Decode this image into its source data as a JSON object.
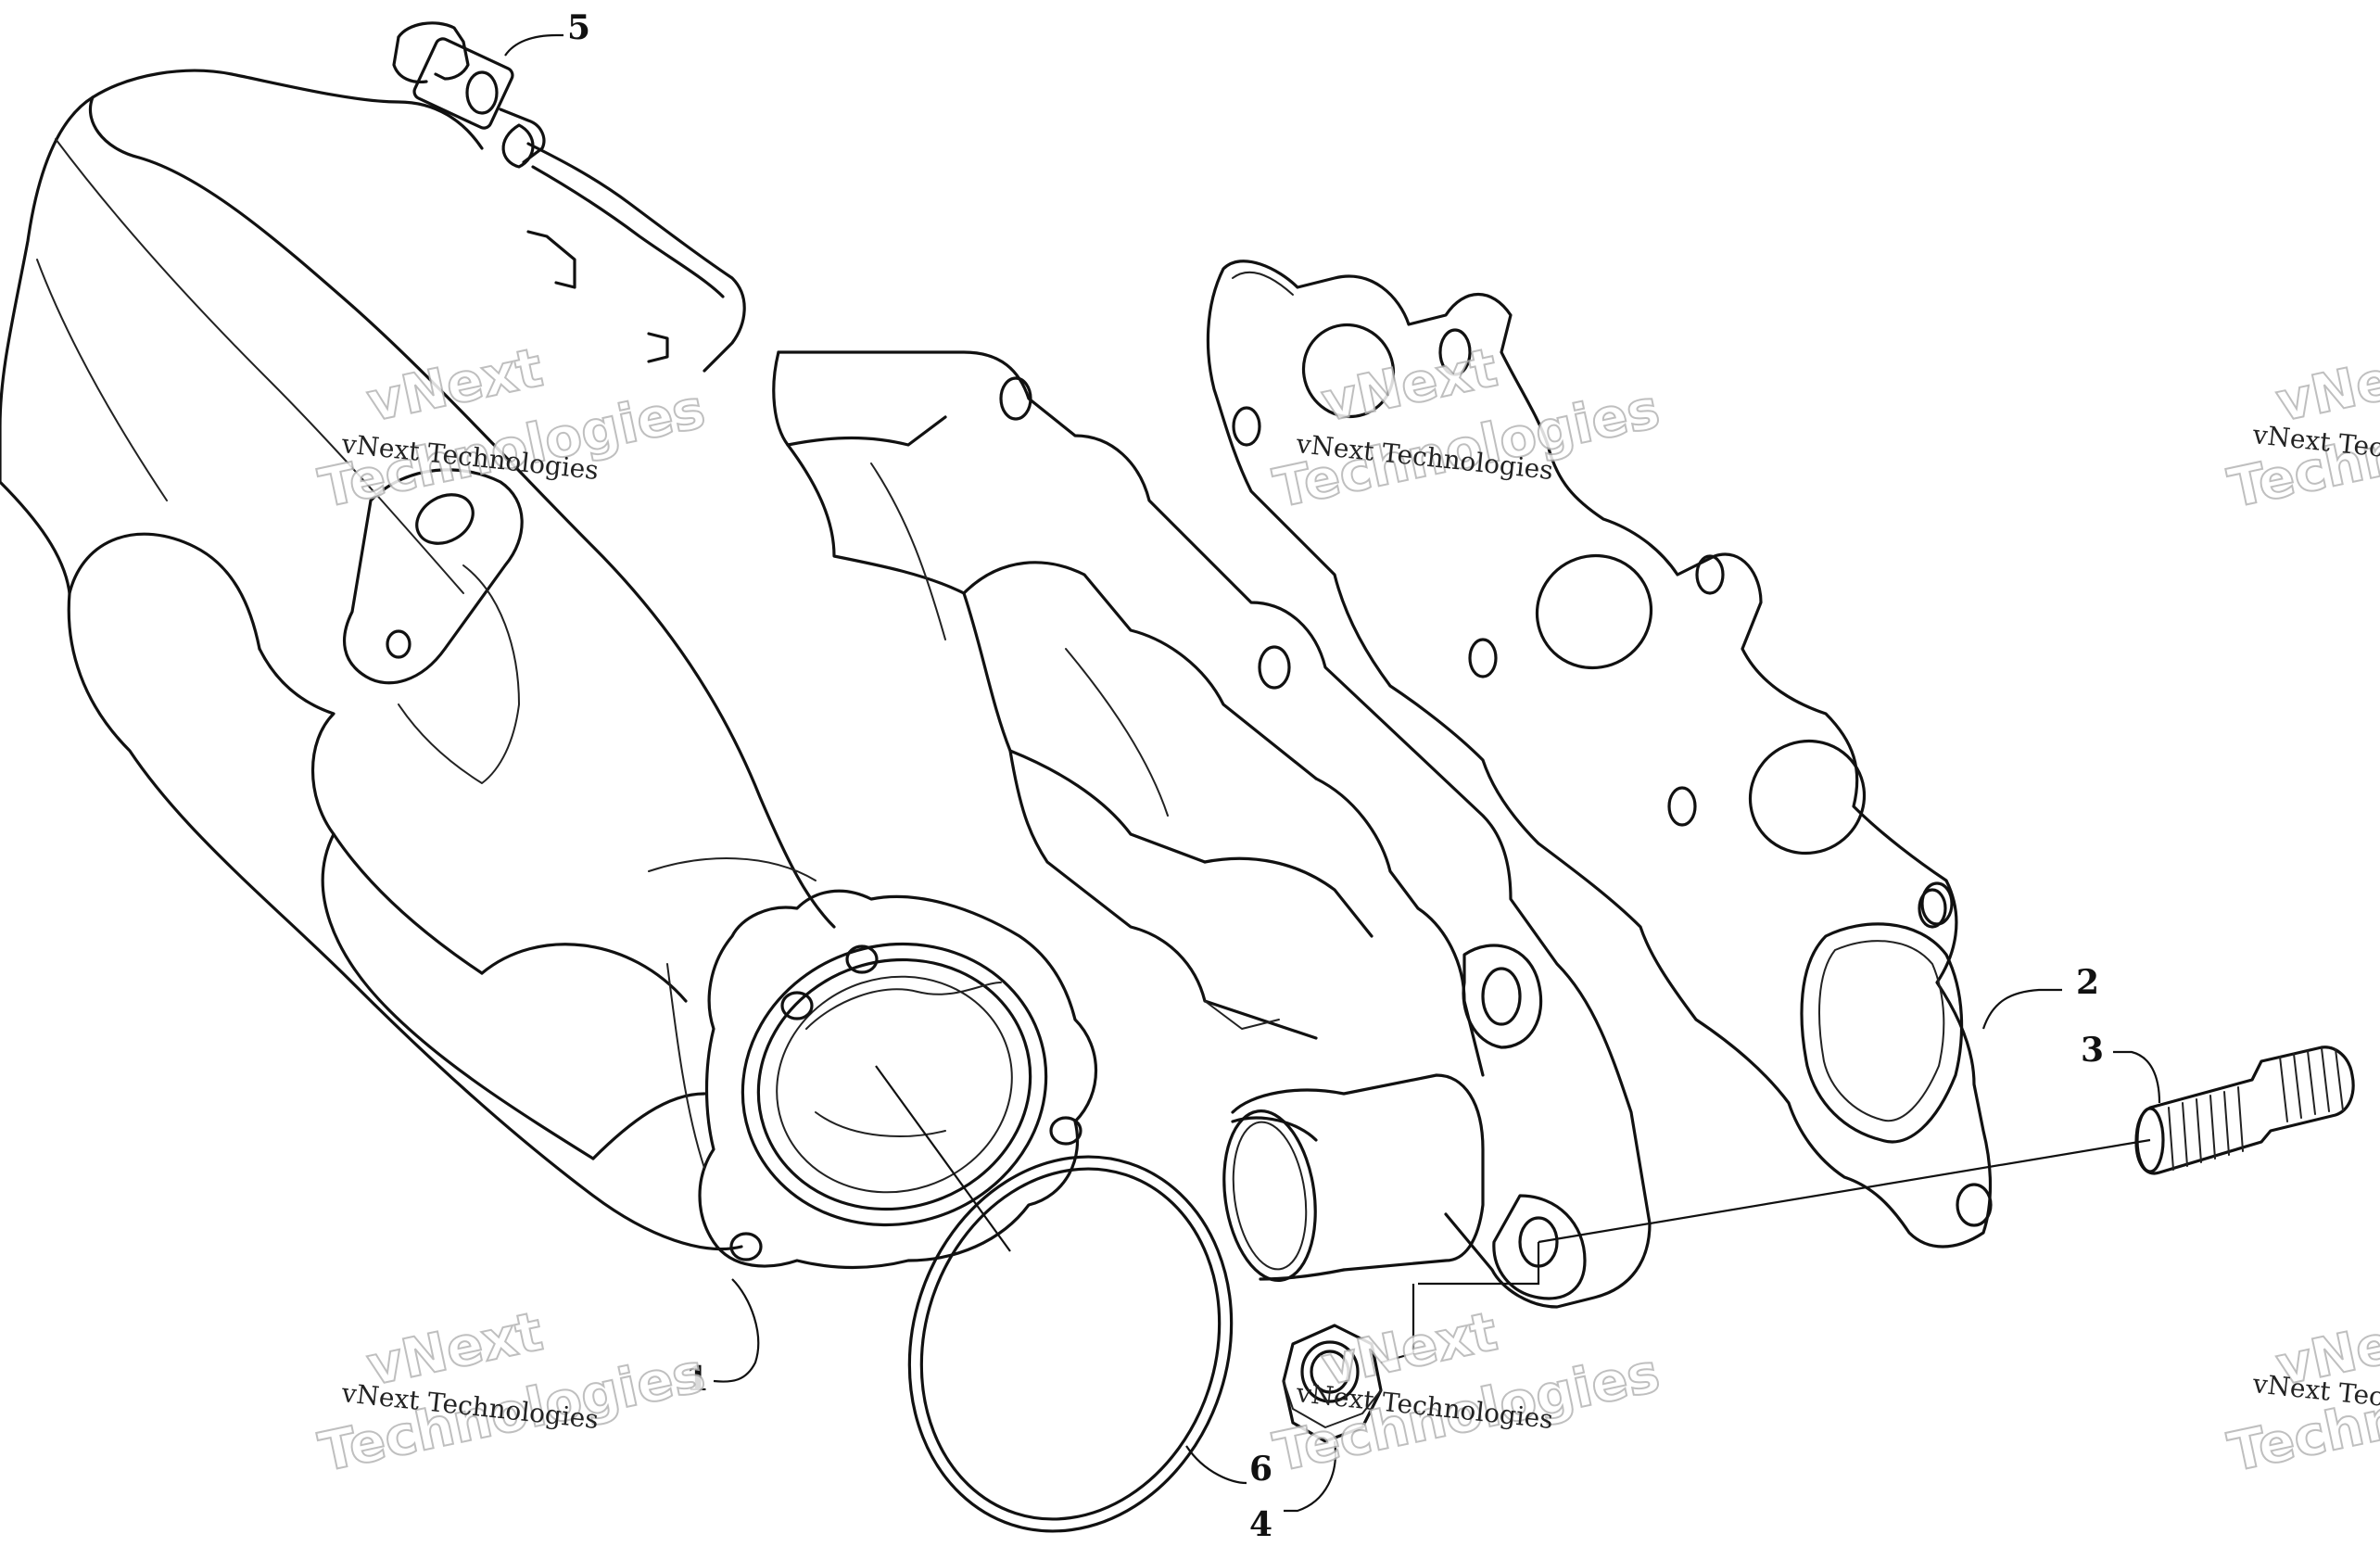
{
  "callouts": [
    {
      "id": "1",
      "label": "1"
    },
    {
      "id": "2",
      "label": "2"
    },
    {
      "id": "3",
      "label": "3"
    },
    {
      "id": "4",
      "label": "4"
    },
    {
      "id": "5",
      "label": "5"
    },
    {
      "id": "6",
      "label": "6"
    }
  ],
  "watermark": {
    "line_big_1": "vNext",
    "line_big_2": "Technologies",
    "line_small": "vNext Technologies"
  }
}
